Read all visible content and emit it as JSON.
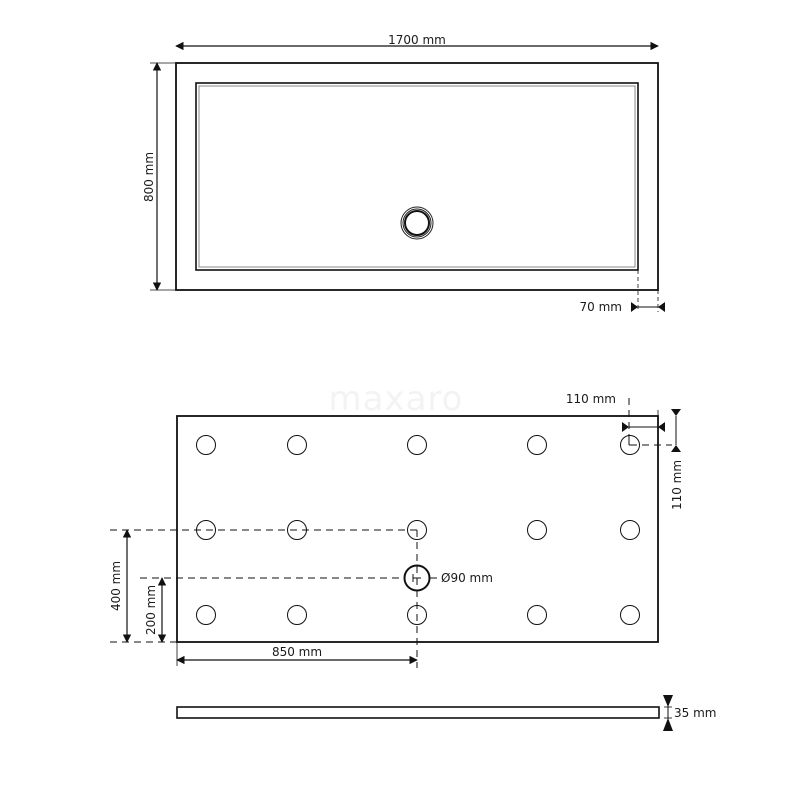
{
  "top_view": {
    "width_label": "1700 mm",
    "depth_label": "800 mm",
    "rim_label": "70 mm",
    "drain_icon": "drain-circle-icon"
  },
  "bottom_view": {
    "watermark": "maxaro",
    "foot_offset_x_label": "110 mm",
    "foot_offset_y_label": "110 mm",
    "row_spacing_label": "400 mm",
    "drain_offset_y_label": "200 mm",
    "drain_offset_x_label": "850 mm",
    "drain_diameter_label": "Ø90 mm",
    "feet_rows": 3,
    "feet_columns": 5
  },
  "side_view": {
    "thickness_label": "35 mm"
  }
}
